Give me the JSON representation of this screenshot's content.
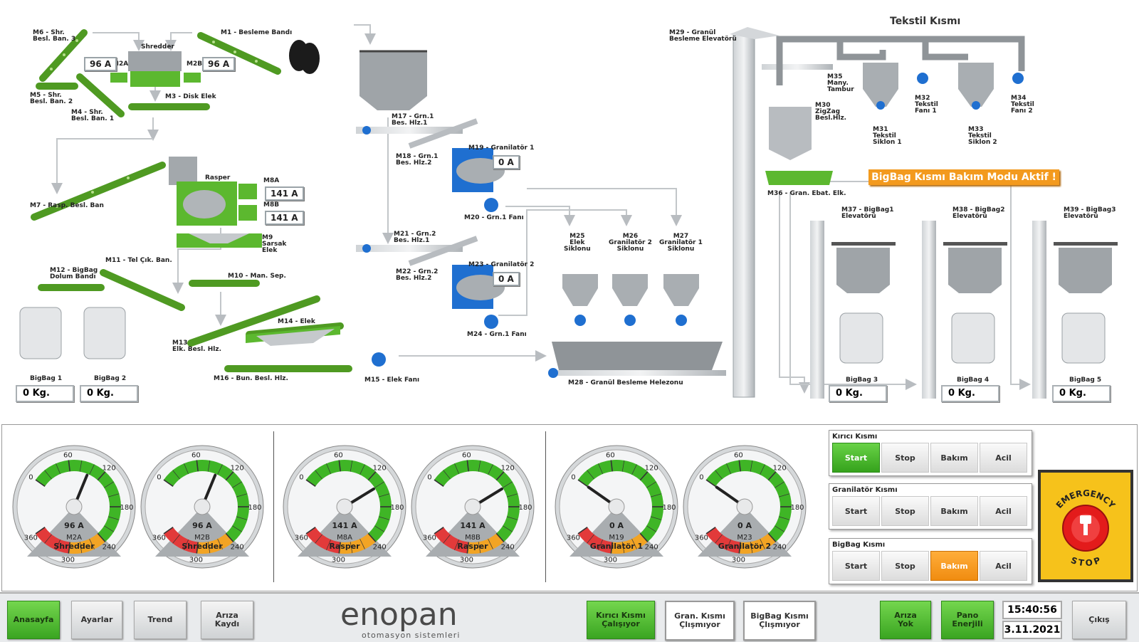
{
  "mimic": {
    "tekstil_title": "Tekstil Kısmı",
    "bigbag_alert": "BigBag  Kısmı Bakım Modu Aktif !",
    "labels": {
      "m6": "M6 - Shr.\nBesl. Ban. 3",
      "m1": "M1 - Besleme Bandı",
      "shredder": "Shredder",
      "m2a": "M2A",
      "m2b": "M2B",
      "m5": "M5 - Shr.\nBesl. Ban. 2",
      "m3": "M3 - Disk Elek",
      "m4": "M4 - Shr.\nBesl. Ban. 1",
      "m7": "M7 - Rasp. Besl. Ban",
      "rasper": "Rasper",
      "m8a": "M8A",
      "m8b": "M8B",
      "m9": "M9\nSarsak\nElek",
      "m12": "M12 - BigBag\nDolum Bandı",
      "m11": "M11 - Tel Çık. Ban.",
      "m10": "M10 - Man. Sep.",
      "m14": "M14 - Elek",
      "m13": "M13\nElk. Besl. Hlz.",
      "m16": "M16 - Bun. Besl. Hlz.",
      "bigbag1": "BigBag 1",
      "bigbag2": "BigBag 2",
      "m17": "M17 - Grn.1\nBes. Hlz.1",
      "m18": "M18 - Grn.1\nBes. Hlz.2",
      "m19": "M19 - Granilatör 1",
      "m20": "M20 - Grn.1 Fanı",
      "m21": "M21 - Grn.2\nBes. Hlz.1",
      "m22": "M22 - Grn.2\nBes. Hlz.2",
      "m23": "M23 - Granilatör 2",
      "m24": "M24 - Grn.1 Fanı",
      "m15": "M15 - Elek Fanı",
      "m25": "M25\nElek\nSiklonu",
      "m26": "M26\nGranilatör 2\nSiklonu",
      "m27": "M27\nGranilatör 1\nSiklonu",
      "m28": "M28 - Granül Besleme Helezonu",
      "m29": "M29 - Granül\nBesleme Elevatörü",
      "m35": "M35\nMany.\nTambur",
      "m30": "M30\nZigZag\nBesl.Hlz.",
      "m36": "M36 - Gran. Ebat. Elk.",
      "m31": "M31\nTekstil\nSiklon 1",
      "m32": "M32\nTekstil\nFanı 1",
      "m33": "M33\nTekstil\nSiklon 2",
      "m34": "M34\nTekstil\nFanı 2",
      "m37": "M37 - BigBag1\nElevatörü",
      "m38": "M38 - BigBag2\nElevatörü",
      "m39": "M39 - BigBag3\nElevatörü",
      "bigbag3": "BigBag 3",
      "bigbag4": "BigBag 4",
      "bigbag5": "BigBag 5"
    },
    "values": {
      "m2a": "96 A",
      "m2b": "96 A",
      "m8a": "141 A",
      "m8b": "141 A",
      "m19": "0 A",
      "m23": "0 A",
      "bigbag1": "0 Kg.",
      "bigbag2": "0 Kg.",
      "bigbag3": "0 Kg.",
      "bigbag4": "0 Kg.",
      "bigbag5": "0 Kg."
    }
  },
  "gauges": [
    {
      "value": 96,
      "readout": "96 A",
      "motor": "M2A",
      "name": "Shredder"
    },
    {
      "value": 96,
      "readout": "96 A",
      "motor": "M2B",
      "name": "Shredder"
    },
    {
      "value": 141,
      "readout": "141 A",
      "motor": "M8A",
      "name": "Rasper"
    },
    {
      "value": 141,
      "readout": "141 A",
      "motor": "M8B",
      "name": "Rasper"
    },
    {
      "value": 0,
      "readout": "0 A",
      "motor": "M19",
      "name": "Granilatör 1"
    },
    {
      "value": 0,
      "readout": "0 A",
      "motor": "M23",
      "name": "Granilatör 2"
    }
  ],
  "gauge_scale": {
    "min": 0,
    "max": 360,
    "ticks": [
      "0",
      "60",
      "120",
      "180",
      "240",
      "300",
      "360"
    ],
    "green_end": 240,
    "orange_end": 300
  },
  "controls": [
    {
      "title": "Kırıcı Kısmı",
      "buttons": [
        "Start",
        "Stop",
        "Bakım",
        "Acil"
      ],
      "active": "Start",
      "active_color": "green"
    },
    {
      "title": "Granilatör Kısmı",
      "buttons": [
        "Start",
        "Stop",
        "Bakım",
        "Acil"
      ],
      "active": "",
      "active_color": ""
    },
    {
      "title": "BigBag Kısmı",
      "buttons": [
        "Start",
        "Stop",
        "Bakım",
        "Acil"
      ],
      "active": "Bakım",
      "active_color": "orange"
    }
  ],
  "estop": {
    "line1": "EMERGENCY",
    "line2": "STOP"
  },
  "footer": {
    "nav": [
      "Anasayfa",
      "Ayarlar",
      "Trend",
      "Arıza\nKaydı"
    ],
    "logo_main": "enopan",
    "logo_sub": "otomasyon   sistemleri",
    "status": [
      "Kırıcı Kısmı\nÇalışıyor",
      "Gran. Kısmı\nÇlışmıyor",
      "BigBag Kısmı\nÇlışmıyor"
    ],
    "arıza": "Arıza\nYok",
    "pano": "Pano\nEnerjili",
    "time": "15:40:56",
    "date": "3.11.2021",
    "exit": "Çıkış"
  },
  "colors": {
    "green": "#5cb82f",
    "blue": "#1f6fd0",
    "gray": "#b8bcc0",
    "orange": "#f39a1e",
    "red": "#e23a3a"
  }
}
